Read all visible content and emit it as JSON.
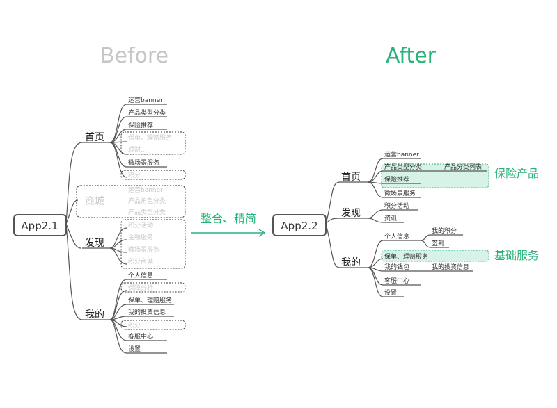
{
  "colors": {
    "accent": "#2ab27b",
    "highlight_fill": "#d7f2e6",
    "faded": "#c8c8c8",
    "line": "#555555"
  },
  "before": {
    "title": "Before",
    "root": "App2.1",
    "home": {
      "label": "首页",
      "items": [
        "运营banner",
        "产品类型分类",
        "保险推荐",
        "保单、理赔服务",
        "理财...",
        "微场景服务",
        "积分..."
      ]
    },
    "mall": {
      "label": "商城",
      "items": [
        "运营banner",
        "产品角色分类",
        "产品类型分类"
      ]
    },
    "discover": {
      "label": "发现",
      "items": [
        "积分活动",
        "金融服务",
        "微场景服务",
        "积分商城"
      ]
    },
    "mine": {
      "label": "我的",
      "items": [
        "个人信息",
        "保障分析",
        "保单、理赔服务",
        "我的投资信息",
        "积分...",
        "客服中心",
        "设置"
      ]
    }
  },
  "arrow_label": "整合、精简",
  "after": {
    "title": "After",
    "root": "App2.2",
    "home": {
      "label": "首页",
      "items": [
        "运营banner",
        "产品类型分类",
        "产品分类列表",
        "保险推荐",
        "微场景服务"
      ]
    },
    "discover": {
      "label": "发现",
      "items": [
        "积分活动",
        "资讯"
      ]
    },
    "mine": {
      "label": "我的",
      "items": [
        "个人信息",
        "我的积分",
        "签到",
        "保单、理赔服务",
        "我的钱包",
        "我的投资信息",
        "客服中心",
        "设置"
      ]
    },
    "tags": {
      "insurance": "保险产品",
      "basic": "基础服务"
    }
  }
}
